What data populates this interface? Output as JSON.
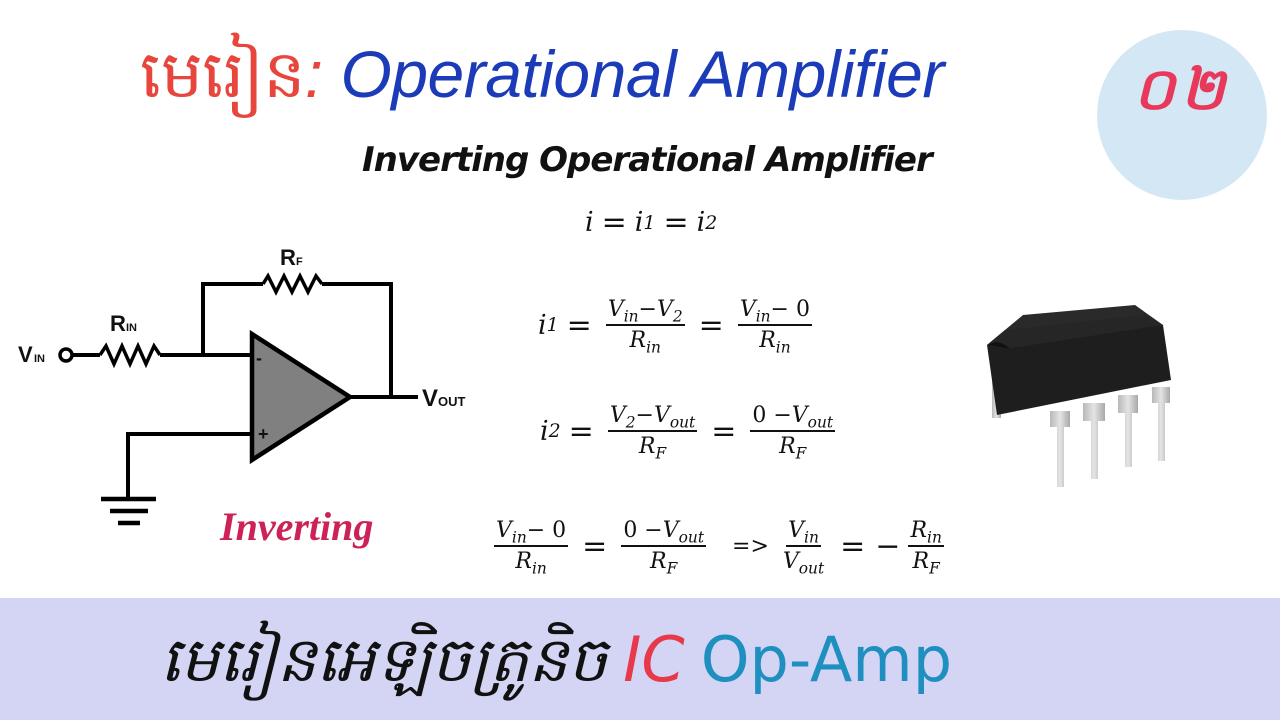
{
  "header": {
    "title_khmer": "មេរៀន",
    "title_colon": ":",
    "title_english": "Operational Amplifier",
    "lesson_number": "០២",
    "subtitle": "Inverting Operational Amplifier"
  },
  "circuit": {
    "labels": {
      "vin": "V",
      "vin_sub": "IN",
      "rin": "R",
      "rin_sub": "IN",
      "rf": "R",
      "rf_sub": "F",
      "vout": "V",
      "vout_sub": "OUT",
      "minus": "-",
      "plus": "+"
    },
    "caption": "Inverting"
  },
  "equations": {
    "eq1": {
      "text": "i = i1 = i2"
    },
    "eq2": {
      "lhs": "i1",
      "frac1_num": "Vin−V2",
      "frac1_den": "Rin",
      "frac2_num": "Vin− 0",
      "frac2_den": "Rin"
    },
    "eq3": {
      "lhs": "i2",
      "frac1_num": "V2−Vout",
      "frac1_den": "RF",
      "frac2_num": "0 −Vout",
      "frac2_den": "RF"
    },
    "eq4": {
      "frac1_num": "Vin− 0",
      "frac1_den": "Rin",
      "frac2_num": "0 −Vout",
      "frac2_den": "RF",
      "implies": "=>",
      "frac3_num": "Vin",
      "frac3_den": "Vout",
      "frac4_num": "Rin",
      "frac4_den": "RF"
    }
  },
  "footer": {
    "khmer_text": "មេរៀនអេឡិចត្រូនិច",
    "ic_label": "IC",
    "opamp_label": "Op-Amp"
  },
  "colors": {
    "title_khmer": "#e8463c",
    "title_english": "#1c3bb8",
    "badge_bg": "#d3e8f4",
    "badge_text": "#e8395c",
    "caption": "#cc2255",
    "footer_bg": "#d4d4f4",
    "footer_ic": "#e8394a",
    "footer_opamp": "#1f8fc0",
    "opamp_fill": "#808080"
  }
}
